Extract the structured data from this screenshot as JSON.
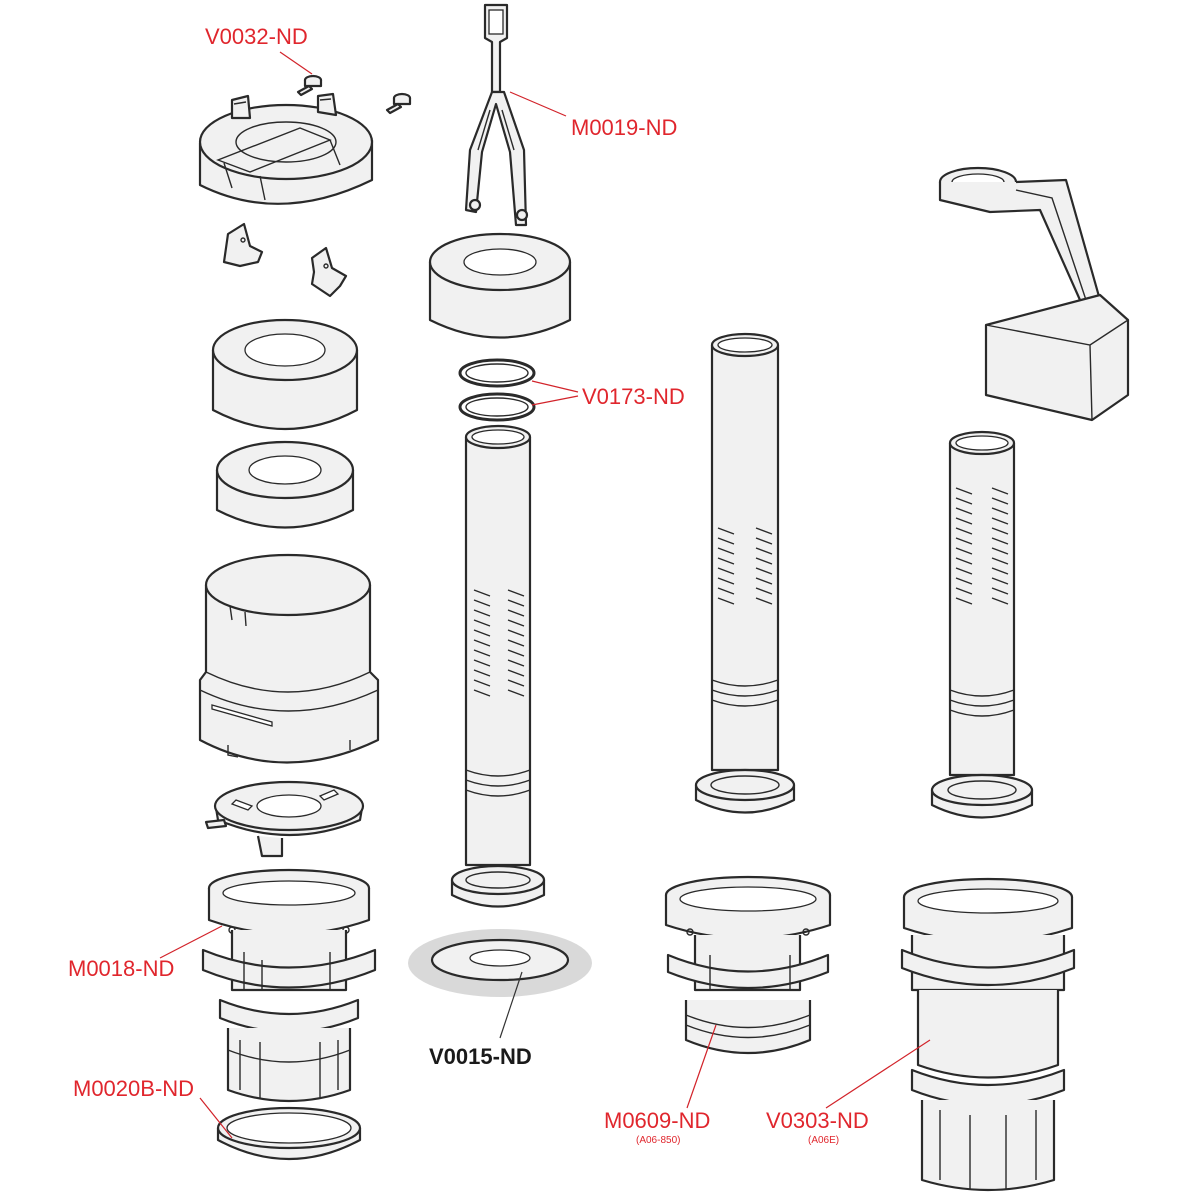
{
  "labels": {
    "v0032": "V0032-ND",
    "m0019": "M0019-ND",
    "v0173": "V0173-ND",
    "m0018": "M0018-ND",
    "v0015": "V0015-ND",
    "m0020b": "M0020B-ND",
    "m0609": "M0609-ND",
    "m0609_sub": "(A06-850)",
    "v0303": "V0303-ND",
    "v0303_sub": "(A06E)"
  },
  "colors": {
    "label": "#e0262d",
    "highlight_label": "#1a1a1a",
    "line_art": "#2a2a2a",
    "washer_halo": "#d9d9d9"
  }
}
